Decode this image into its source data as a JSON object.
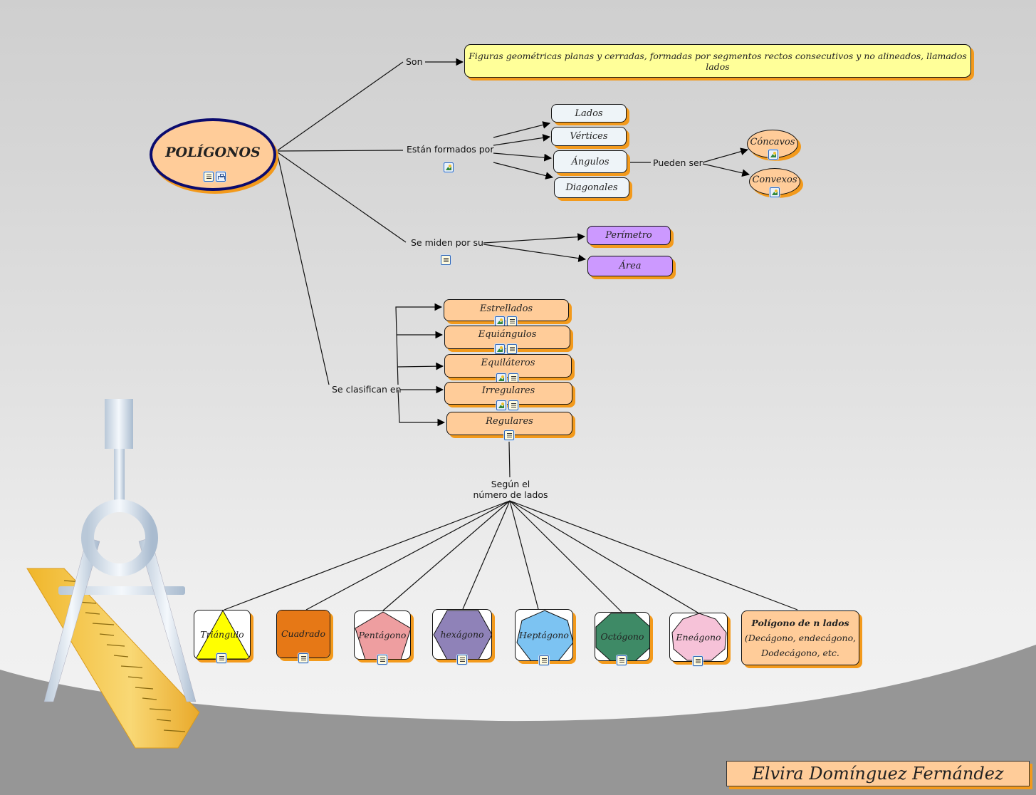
{
  "root": {
    "title": "POLÍGONOS",
    "icons": [
      "note-icon",
      "concept-map-icon"
    ]
  },
  "links": {
    "son": "Son",
    "estan_formados_por": "Están formados por",
    "pueden_ser": "Pueden ser",
    "se_miden_por_su": "Se miden por su",
    "se_clasifican_en": "Se clasifican en",
    "segun_line1": "Según el",
    "segun_line2": "número de lados"
  },
  "definition": "Figuras geométricas planas y cerradas, formadas por segmentos rectos consecutivos y no alineados, llamados lados",
  "elements": [
    "Lados",
    "Vértices",
    "Ángulos",
    "Diagonales"
  ],
  "angle_types": [
    "Cóncavos",
    "Convexos"
  ],
  "measures": [
    "Perímetro",
    "Área"
  ],
  "classes": [
    "Estrellados",
    "Equiángulos",
    "Equiláteros",
    "Irregulares",
    "Regulares"
  ],
  "by_sides": [
    {
      "label": "Triángulo",
      "color": "#ffff00"
    },
    {
      "label": "Cuadrado",
      "color": "#e67816"
    },
    {
      "label": "Pentágono",
      "color": "#ee9ea0"
    },
    {
      "label": "hexágono",
      "color": "#8f82b8"
    },
    {
      "label": "Heptágono",
      "color": "#7cc3f2"
    },
    {
      "label": "Octógono",
      "color": "#3e8a66"
    },
    {
      "label": "Eneágono",
      "color": "#f6c2d8"
    }
  ],
  "n_sides": {
    "title": "Polígono de n lados",
    "line2": "(Decágono, endecágono,",
    "line3": "Dodecágono, etc."
  },
  "author": "Elvira Domínguez Fernández",
  "colors": {
    "root_fill": "#ffcc99",
    "root_border": "#0b0b6e",
    "definition_fill": "#ffff99",
    "element_fill": "#eef4f8",
    "measure_fill": "#cc99ff",
    "class_fill": "#ffcc99",
    "shadow": "#f39a1c"
  }
}
